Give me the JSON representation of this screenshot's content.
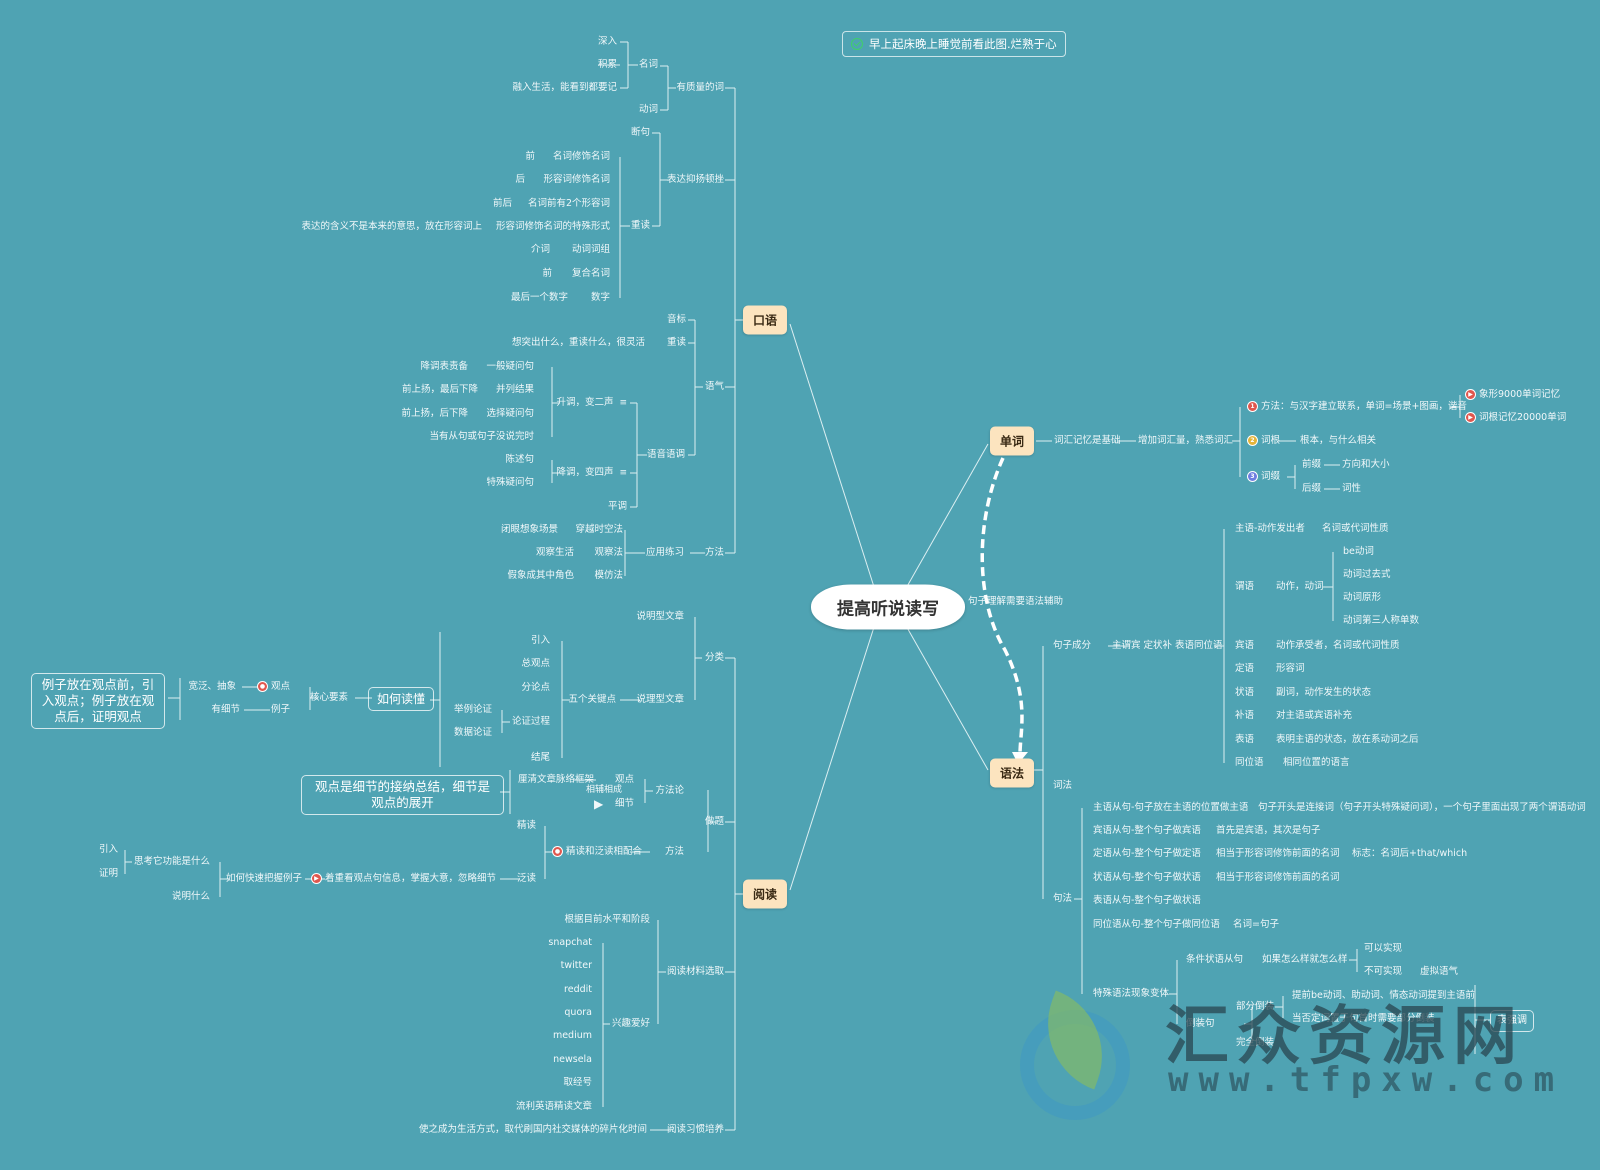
{
  "center": {
    "label": "提高听说读写"
  },
  "note": {
    "icon": "check-circle-icon",
    "text": "早上起床晚上睡觉前看此图.烂熟于心"
  },
  "branches": {
    "kouyu": "口语",
    "yuedu": "阅读",
    "danci": "单词",
    "yufa": "语法"
  },
  "relation_label": "句子理解需要语法辅助",
  "kouyu": {
    "youzhiliang": "有质量的词",
    "mingci": "名词",
    "shenru": "深入",
    "jilei": "积累",
    "rongru": "融入生活，能看到都要记",
    "dongci": "动词",
    "biaoda": "表达抑扬顿挫",
    "duanju": "断句",
    "zhongdu": "重读",
    "zd_items": [
      {
        "a": "前",
        "b": "名词修饰名词"
      },
      {
        "a": "后",
        "b": "形容词修饰名词"
      },
      {
        "a": "前后",
        "b": "名词前有2个形容词"
      },
      {
        "a": "表达的含义不是本来的意思，放在形容词上",
        "b": "形容词修饰名词的特殊形式"
      },
      {
        "a": "介词",
        "b": "动词词组"
      },
      {
        "a": "前",
        "b": "复合名词"
      },
      {
        "a": "最后一个数字",
        "b": "数字"
      }
    ],
    "yuqi": "语气",
    "yinbiao": "音标",
    "zhongdu2": "重读",
    "zhongdu2_note": "想突出什么，重读什么，很灵活",
    "yuyinyudiao": "语音语调",
    "shengdiao": "升调，变二声",
    "sd_items": [
      {
        "a": "降调表责备",
        "b": "一般疑问句"
      },
      {
        "a": "前上扬，最后下降",
        "b": "并列结果"
      },
      {
        "a": "前上扬，后下降",
        "b": "选择疑问句"
      },
      {
        "a": "",
        "b": "当有从句或句子没说完时"
      }
    ],
    "jiangdiao": "降调，变四声",
    "jd_items": [
      "陈述句",
      "特殊疑问句"
    ],
    "pingdiao": "平调",
    "fangfa": "方法",
    "yingyong": "应用练习",
    "yy_items": [
      {
        "a": "闭眼想象场景",
        "b": "穿越时空法"
      },
      {
        "a": "观察生活",
        "b": "观察法"
      },
      {
        "a": "假象成其中角色",
        "b": "模仿法"
      }
    ]
  },
  "yuedu": {
    "fenlei": "分类",
    "shuoming": "说明型文章",
    "shuoli": "说理型文章",
    "wuge": "五个关键点",
    "wg_items": [
      "引入",
      "总观点",
      "分论点",
      "论证过程",
      "结尾"
    ],
    "lunzheng_items": [
      "举例论证",
      "数据论证"
    ],
    "ruhe": "如何读懂",
    "hexin": "核心要素",
    "guandian": "观点",
    "guandian_note": "宽泛、抽象",
    "lizi": "例子",
    "lizi_note": "有细节",
    "box_lizi": "例子放在观点前，引入观点；例子放在观点后，证明观点",
    "zuoti": "做题",
    "fangfalun": "方法论",
    "fl_guandian": "观点",
    "fl_guandian_note": "厘清文章脉络框架",
    "fl_xijie": "细节",
    "fl_mid": "相辅相成",
    "box_guandian": "观点是细节的接纳总结，细节是观点的展开",
    "fangfa": "方法",
    "jingfan": "精读和泛读相配合",
    "jingdu": "精读",
    "fandu": "泛读",
    "fandu_note": "着重看观点句信息，掌握大意，忽略细节",
    "kuaisu": "如何快速把握例子",
    "sikao": "思考它功能是什么",
    "sk_items": [
      "引入",
      "证明"
    ],
    "shuoming2": "说明什么",
    "cailiao": "阅读材料选取",
    "shuiping": "根据目前水平和阶段",
    "xingqu": "兴趣爱好",
    "xq_items": [
      "snapchat",
      "twitter",
      "reddit",
      "quora",
      "medium",
      "newsela",
      "取经号",
      "流利英语精读文章"
    ],
    "xiguan": "阅读习惯培养",
    "xiguan_note": "使之成为生活方式，取代刷国内社交媒体的碎片化时间"
  },
  "danci": {
    "jichu": "词汇记忆是基础",
    "zengjia": "增加词汇量，熟悉词汇",
    "m1": "方法：与汉字建立联系，单词=场景+图画，谐音",
    "m1_items": [
      "象形9000单词记忆",
      "词根记忆20000单词"
    ],
    "cigen": "词根",
    "cigen_note": "根本，与什么相关",
    "cizhui": "词缀",
    "qianzhui": "前缀",
    "qianzhui_note": "方向和大小",
    "houzhui": "后缀",
    "houzhui_note": "词性"
  },
  "yufa": {
    "juzichengfen": "句子成分",
    "zhuwei": "主谓宾 定状补 表语同位语",
    "cf_items": [
      {
        "a": "主语-动作发出者",
        "b": "名词或代词性质"
      },
      {
        "a": "谓语",
        "b": "动作，动词"
      },
      {
        "a": "宾语",
        "b": "动作承受者，名词或代词性质"
      },
      {
        "a": "定语",
        "b": "形容词"
      },
      {
        "a": "状语",
        "b": "副词，动作发生的状态"
      },
      {
        "a": "补语",
        "b": "对主语或宾语补充"
      },
      {
        "a": "表语",
        "b": "表明主语的状态，放在系动词之后"
      },
      {
        "a": "同位语",
        "b": "相同位置的语言"
      }
    ],
    "weiyu_items": [
      "be动词",
      "动词过去式",
      "动词原形",
      "动词第三人称单数"
    ],
    "cifa": "词法",
    "jufa": "句法",
    "jf_items": [
      {
        "a": "主语从句-句子放在主语的位置做主语",
        "b": "句子开头是连接词（句子开头特殊疑问词），一个句子里面出现了两个谓语动词"
      },
      {
        "a": "宾语从句-整个句子做宾语",
        "b": "首先是宾语，其次是句子"
      },
      {
        "a": "定语从句-整个句子做定语",
        "b": "相当于形容词修饰前面的名词",
        "c": "标志：名词后+that/which"
      },
      {
        "a": "状语从句-整个句子做状语",
        "b": "相当于形容词修饰前面的名词"
      },
      {
        "a": "表语从句-整个句子做状语",
        "b": ""
      },
      {
        "a": "同位语从句-整个句子做同位语",
        "b": "名词=句子"
      }
    ],
    "teshu": "特殊语法现象变体",
    "tiaojian": "条件状语从句",
    "ruguo": "如果怎么样就怎么样",
    "kejixian": "可以实现",
    "bukeshixian": "不可实现",
    "xuni": "虚拟语气",
    "daozhuang": "倒装句",
    "bufen": "部分倒装",
    "bf_items": [
      "提前be动词、助动词、情态动词提到主语前",
      "当否定词置于句首时需要部分倒装"
    ],
    "wanquan": "完全倒装",
    "qiangdiao": "表强调"
  },
  "watermark": {
    "cn": "汇众资源网",
    "url": "www.tfpxw.com"
  }
}
